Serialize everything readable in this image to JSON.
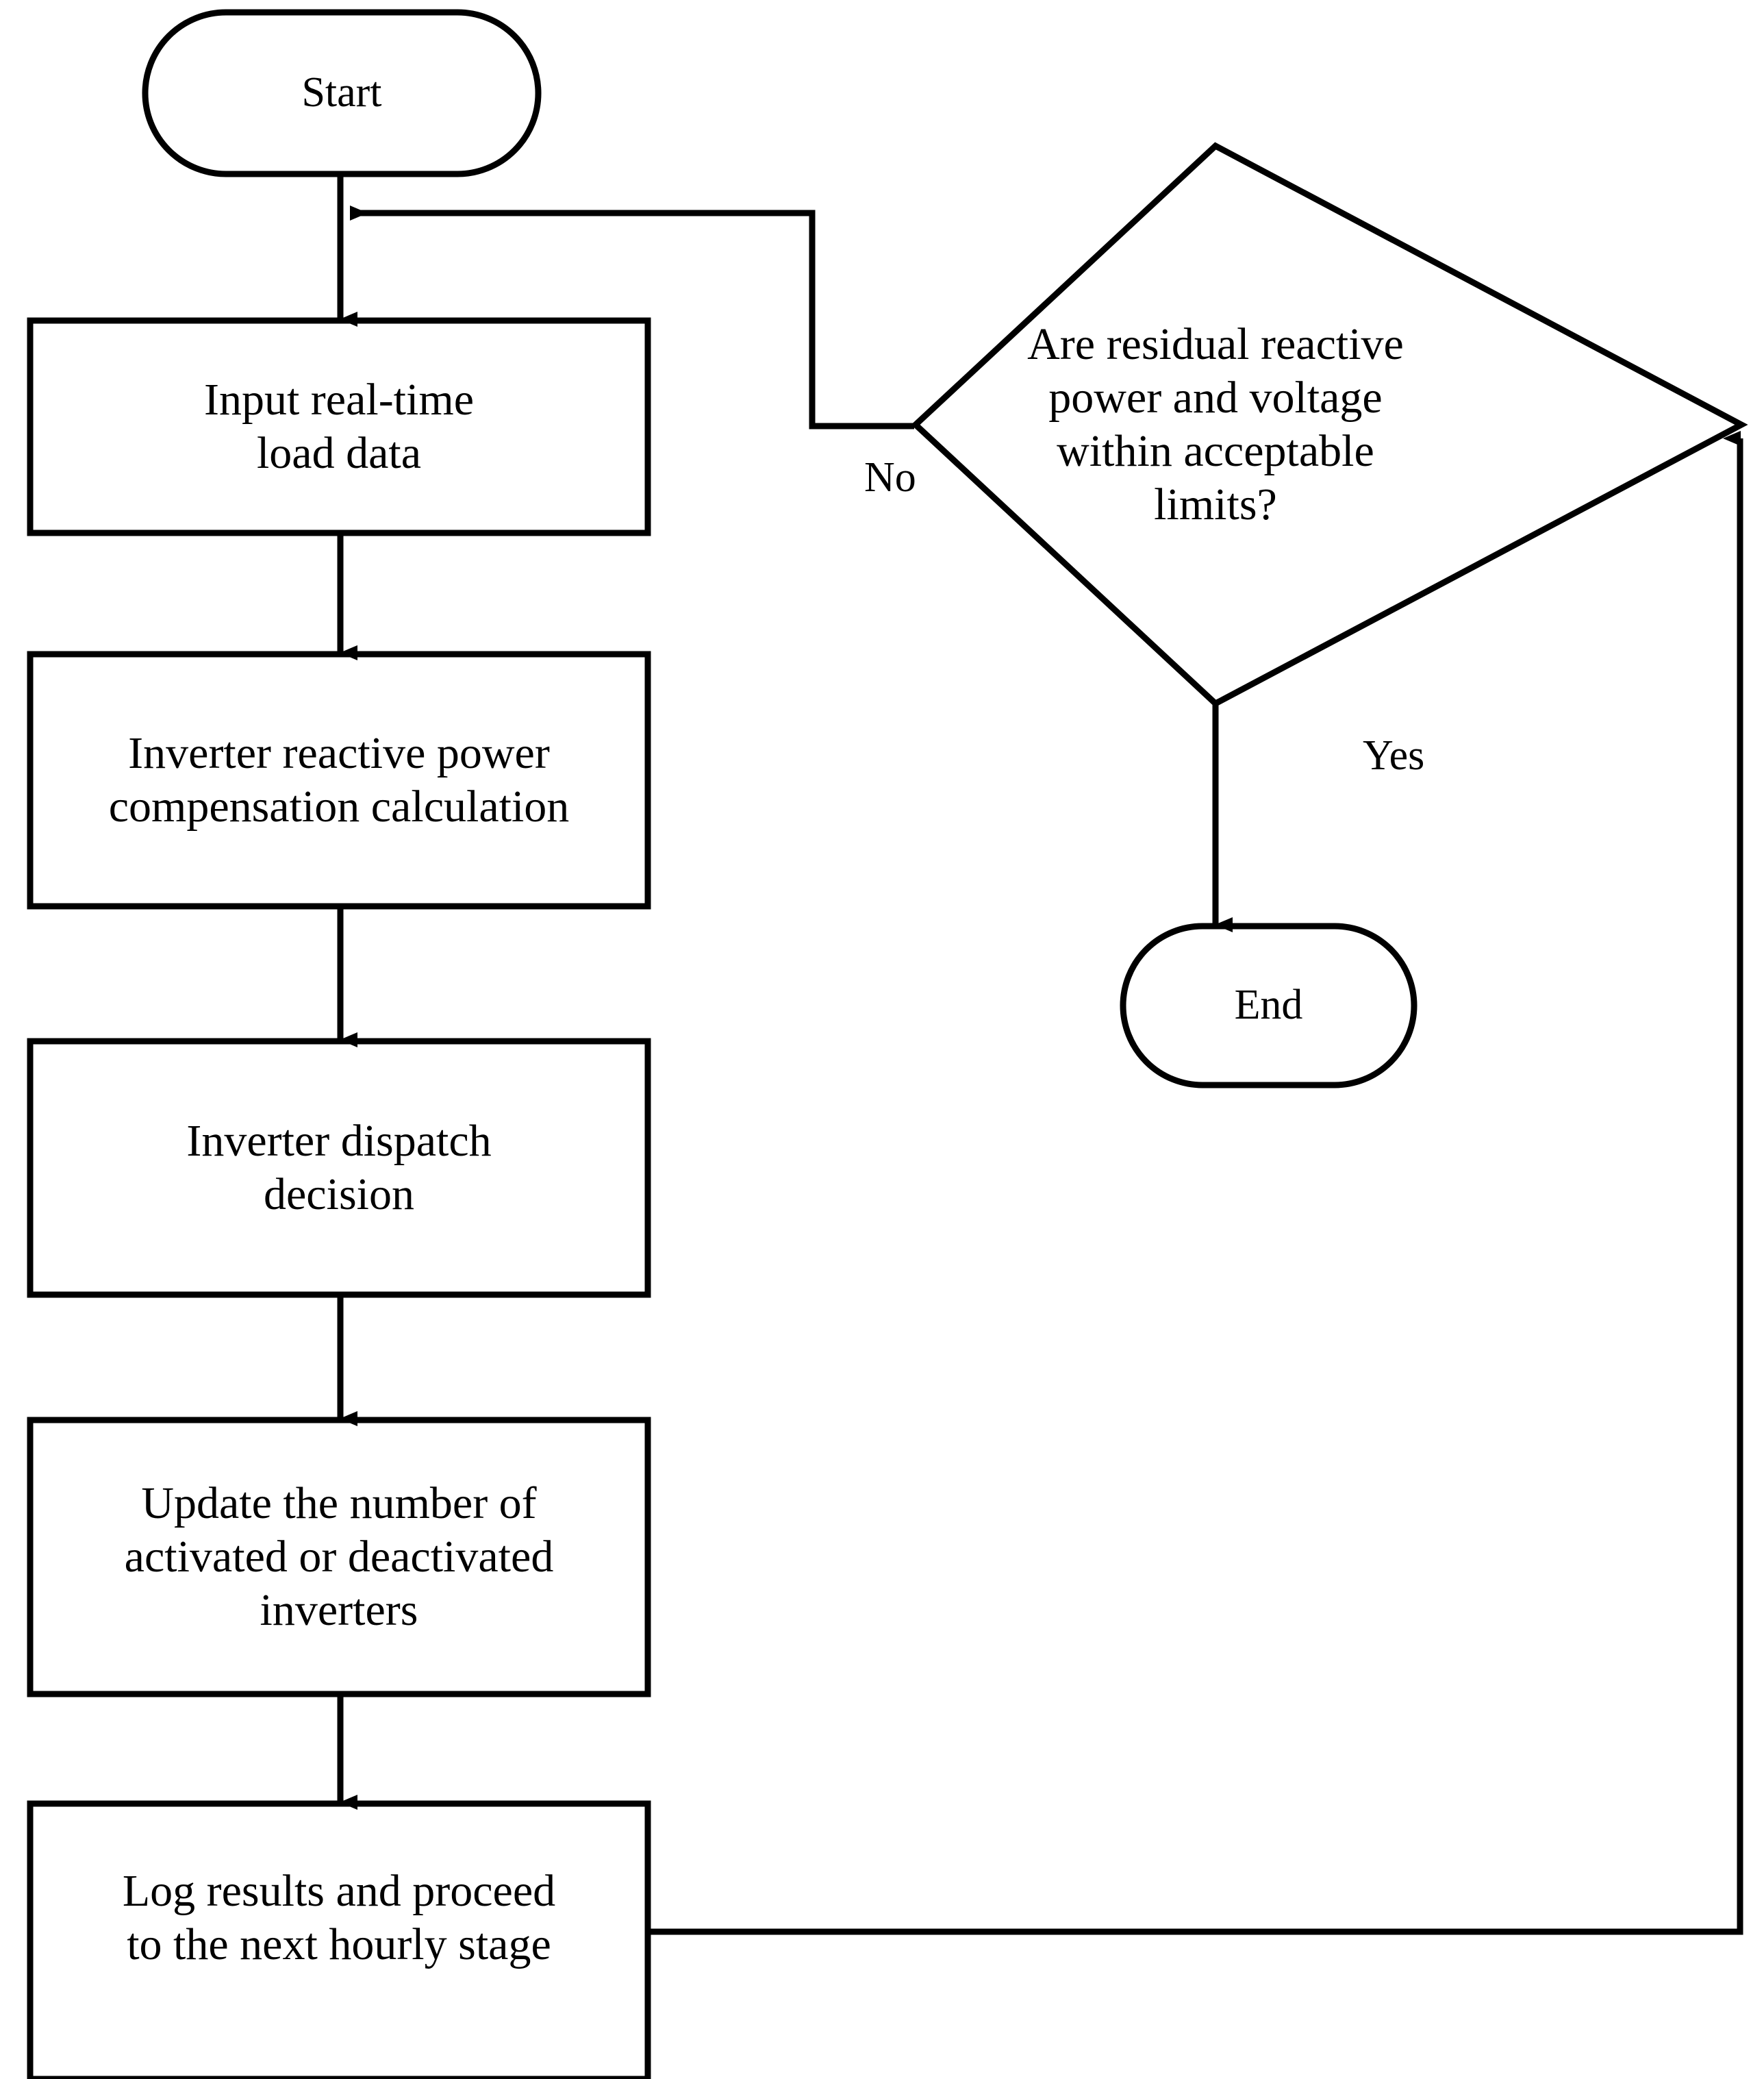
{
  "diagram": {
    "type": "flowchart",
    "title": "Inverter reactive power compensation hourly dispatch flowchart",
    "colors": {
      "stroke": "#000000",
      "fill": "#ffffff",
      "text": "#000000"
    },
    "nodes": [
      {
        "id": "start",
        "shape": "stadium",
        "label": "Start"
      },
      {
        "id": "input-load",
        "shape": "rectangle",
        "label": "Input real-time\nload data"
      },
      {
        "id": "compensation-calc",
        "shape": "rectangle",
        "label": "Inverter reactive power\ncompensation calculation"
      },
      {
        "id": "dispatch-decision",
        "shape": "rectangle",
        "label": "Inverter dispatch\ndecision"
      },
      {
        "id": "update-inverters",
        "shape": "rectangle",
        "label": "Update the number of\nactivated or deactivated\ninverters"
      },
      {
        "id": "log-results",
        "shape": "rectangle",
        "label": "Log results and proceed\nto the next hourly stage"
      },
      {
        "id": "limits-check",
        "shape": "diamond",
        "label": "Are residual reactive\npower and voltage\nwithin acceptable\nlimits?"
      },
      {
        "id": "end",
        "shape": "stadium",
        "label": "End"
      }
    ],
    "edges": [
      {
        "id": "e1",
        "from": "start",
        "to": "input-load",
        "label": ""
      },
      {
        "id": "e2",
        "from": "input-load",
        "to": "compensation-calc",
        "label": ""
      },
      {
        "id": "e3",
        "from": "compensation-calc",
        "to": "dispatch-decision",
        "label": ""
      },
      {
        "id": "e4",
        "from": "dispatch-decision",
        "to": "update-inverters",
        "label": ""
      },
      {
        "id": "e5",
        "from": "update-inverters",
        "to": "log-results",
        "label": ""
      },
      {
        "id": "e6",
        "from": "log-results",
        "to": "limits-check",
        "label": ""
      },
      {
        "id": "e7",
        "from": "limits-check",
        "to": "input-load",
        "label": "No"
      },
      {
        "id": "e8",
        "from": "limits-check",
        "to": "end",
        "label": "Yes"
      }
    ],
    "edge_labels": {
      "no": "No",
      "yes": "Yes"
    }
  }
}
